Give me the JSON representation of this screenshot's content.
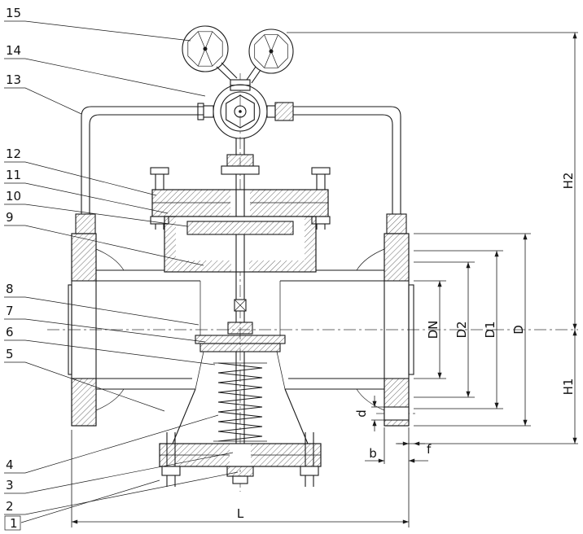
{
  "colors": {
    "line": "#1a1a1a",
    "background": "#ffffff"
  },
  "callouts": [
    {
      "label": "15"
    },
    {
      "label": "14"
    },
    {
      "label": "13"
    },
    {
      "label": "12"
    },
    {
      "label": "11"
    },
    {
      "label": "10"
    },
    {
      "label": "9"
    },
    {
      "label": "8"
    },
    {
      "label": "7"
    },
    {
      "label": "6"
    },
    {
      "label": "5"
    },
    {
      "label": "4"
    },
    {
      "label": "3"
    },
    {
      "label": "2"
    },
    {
      "label": "1"
    }
  ],
  "dimensions": {
    "height_upper": "H2",
    "height_lower": "H1",
    "nominal_bore": "DN",
    "diameter_d2": "D2",
    "diameter_d1": "D1",
    "diameter_outer": "D",
    "length": "L",
    "flange_thickness": "b",
    "bolt_hole_diameter": "d",
    "raised_face_height": "f"
  }
}
